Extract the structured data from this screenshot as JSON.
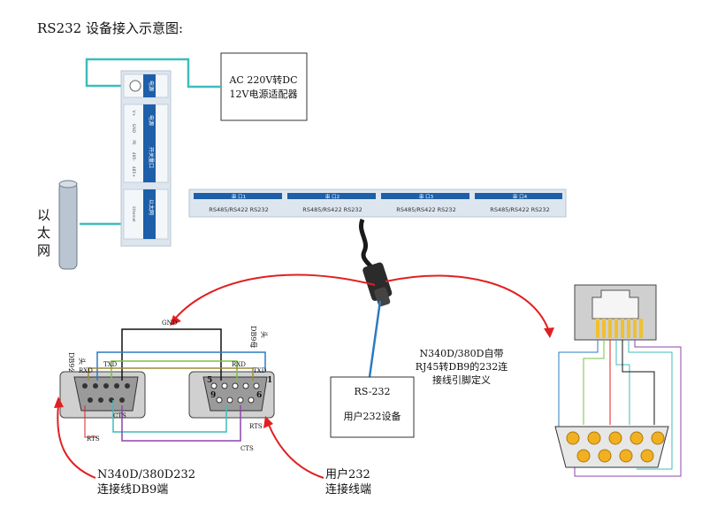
{
  "title": "RS232 设备接入示意图:",
  "adapter": {
    "line1": "AC 220V转DC",
    "line2": "12V电源适配器"
  },
  "device_labels": {
    "power": "电源",
    "power2": "电源",
    "io": "开关量口",
    "pins": [
      "V+",
      "GND",
      "PE",
      "485-",
      "485+"
    ],
    "eth": "以太网",
    "eth_small": "Ethernet"
  },
  "ethernet_label": [
    "以",
    "太",
    "网"
  ],
  "ports": [
    {
      "name": "串 口1",
      "types": "RS485/RS422    RS232"
    },
    {
      "name": "串 口2",
      "types": "RS485/RS422    RS232"
    },
    {
      "name": "串 口3",
      "types": "RS485/RS422    RS232"
    },
    {
      "name": "串 口4",
      "types": "RS485/RS422    RS232"
    }
  ],
  "left_db9": {
    "title1": "DB9公",
    "title2": "头"
  },
  "right_db9": {
    "title1": "DB9母",
    "title2": "头"
  },
  "signals": {
    "gnd": "GND",
    "rxd": "RXD",
    "txd": "TXD",
    "cts": "CTS",
    "rts": "RTS"
  },
  "pin_numbers": {
    "n5": "5",
    "n1": "1",
    "n9": "9",
    "n6": "6"
  },
  "rs232_box": {
    "line1": "RS-232",
    "line2": "用户232设备"
  },
  "note": {
    "line1": "N340D/380D自带",
    "line2": "RJ45转DB9的232连",
    "line3": "接线引脚定义"
  },
  "caption_left": {
    "line1": "N340D/380D232",
    "line2": "连接线DB9端"
  },
  "caption_right": {
    "line1": "用户232",
    "line2": "连接线端"
  },
  "colors": {
    "cyan": "#3fbcbc",
    "blue": "#2b7bc0",
    "red": "#e02020",
    "device": "#dde6ef"
  }
}
